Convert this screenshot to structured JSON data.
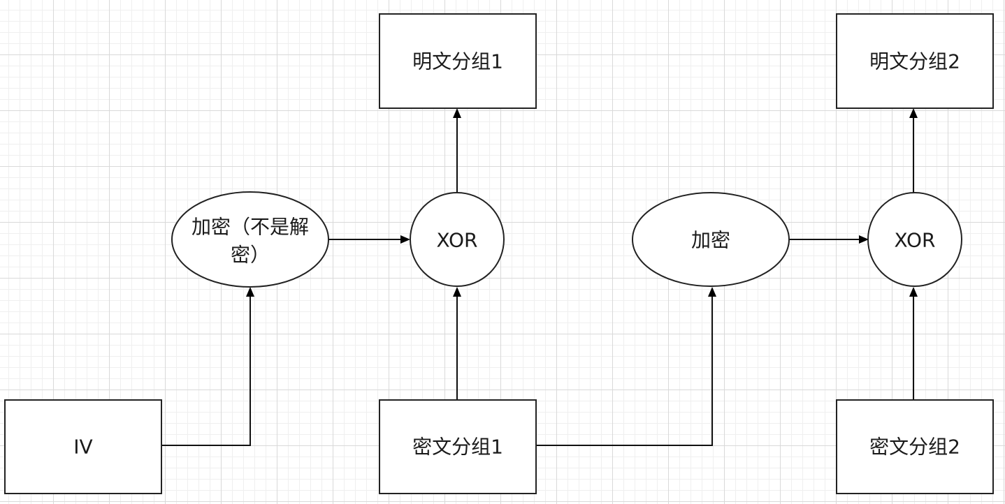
{
  "nodes": {
    "plaintext_block_1": "明文分组1",
    "plaintext_block_2": "明文分组2",
    "encrypt_1": [
      "加密（不是解",
      "密）"
    ],
    "xor_1": "XOR",
    "encrypt_2": "加密",
    "xor_2": "XOR",
    "iv": "IV",
    "ciphertext_block_1": "密文分组1",
    "ciphertext_block_2": "密文分组2"
  },
  "edges": [
    {
      "from": "iv",
      "to": "encrypt_1"
    },
    {
      "from": "encrypt_1",
      "to": "xor_1"
    },
    {
      "from": "ciphertext_block_1",
      "to": "xor_1"
    },
    {
      "from": "xor_1",
      "to": "plaintext_block_1"
    },
    {
      "from": "ciphertext_block_1",
      "to": "encrypt_2"
    },
    {
      "from": "encrypt_2",
      "to": "xor_2"
    },
    {
      "from": "ciphertext_block_2",
      "to": "xor_2"
    },
    {
      "from": "xor_2",
      "to": "plaintext_block_2"
    }
  ],
  "colors": {
    "stroke": "#222222",
    "fill": "#ffffff",
    "grid": "#d9d9d9"
  }
}
